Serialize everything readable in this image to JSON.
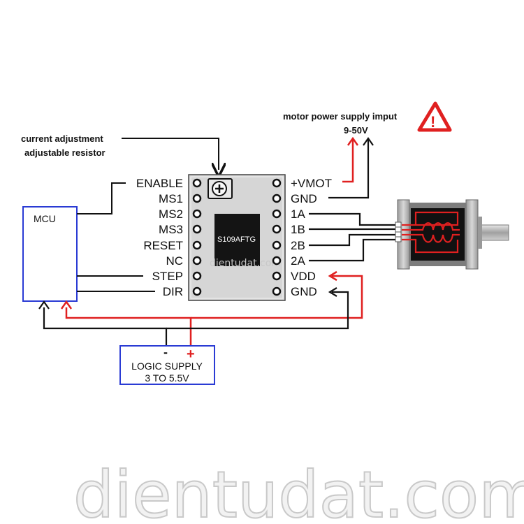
{
  "notes": {
    "current_1": "current adjustment",
    "current_2": "adjustable resistor",
    "motor_supply": "motor power supply imput",
    "voltage_range": "9-50V"
  },
  "mcu": {
    "label": "MCU"
  },
  "driver": {
    "chip_label": "S109AFTG",
    "left_pins": [
      "ENABLE",
      "MS1",
      "MS2",
      "MS3",
      "RESET",
      "NC",
      "STEP",
      "DIR"
    ],
    "right_pins": [
      "+VMOT",
      "GND",
      "1A",
      "1B",
      "2B",
      "2A",
      "VDD",
      "GND"
    ]
  },
  "logic_supply": {
    "line1": "LOGIC SUPPLY",
    "line2": "3 TO 5.5V",
    "minus": "-",
    "plus": "+"
  },
  "warning": {
    "symbol": "!"
  },
  "watermark": {
    "small": "dientudat.com",
    "large": "dientudat.com"
  },
  "colors": {
    "wire": "#111111",
    "power_wire": "#e02020",
    "mcu_border": "#2a3bd4",
    "warning": "#e02020"
  }
}
